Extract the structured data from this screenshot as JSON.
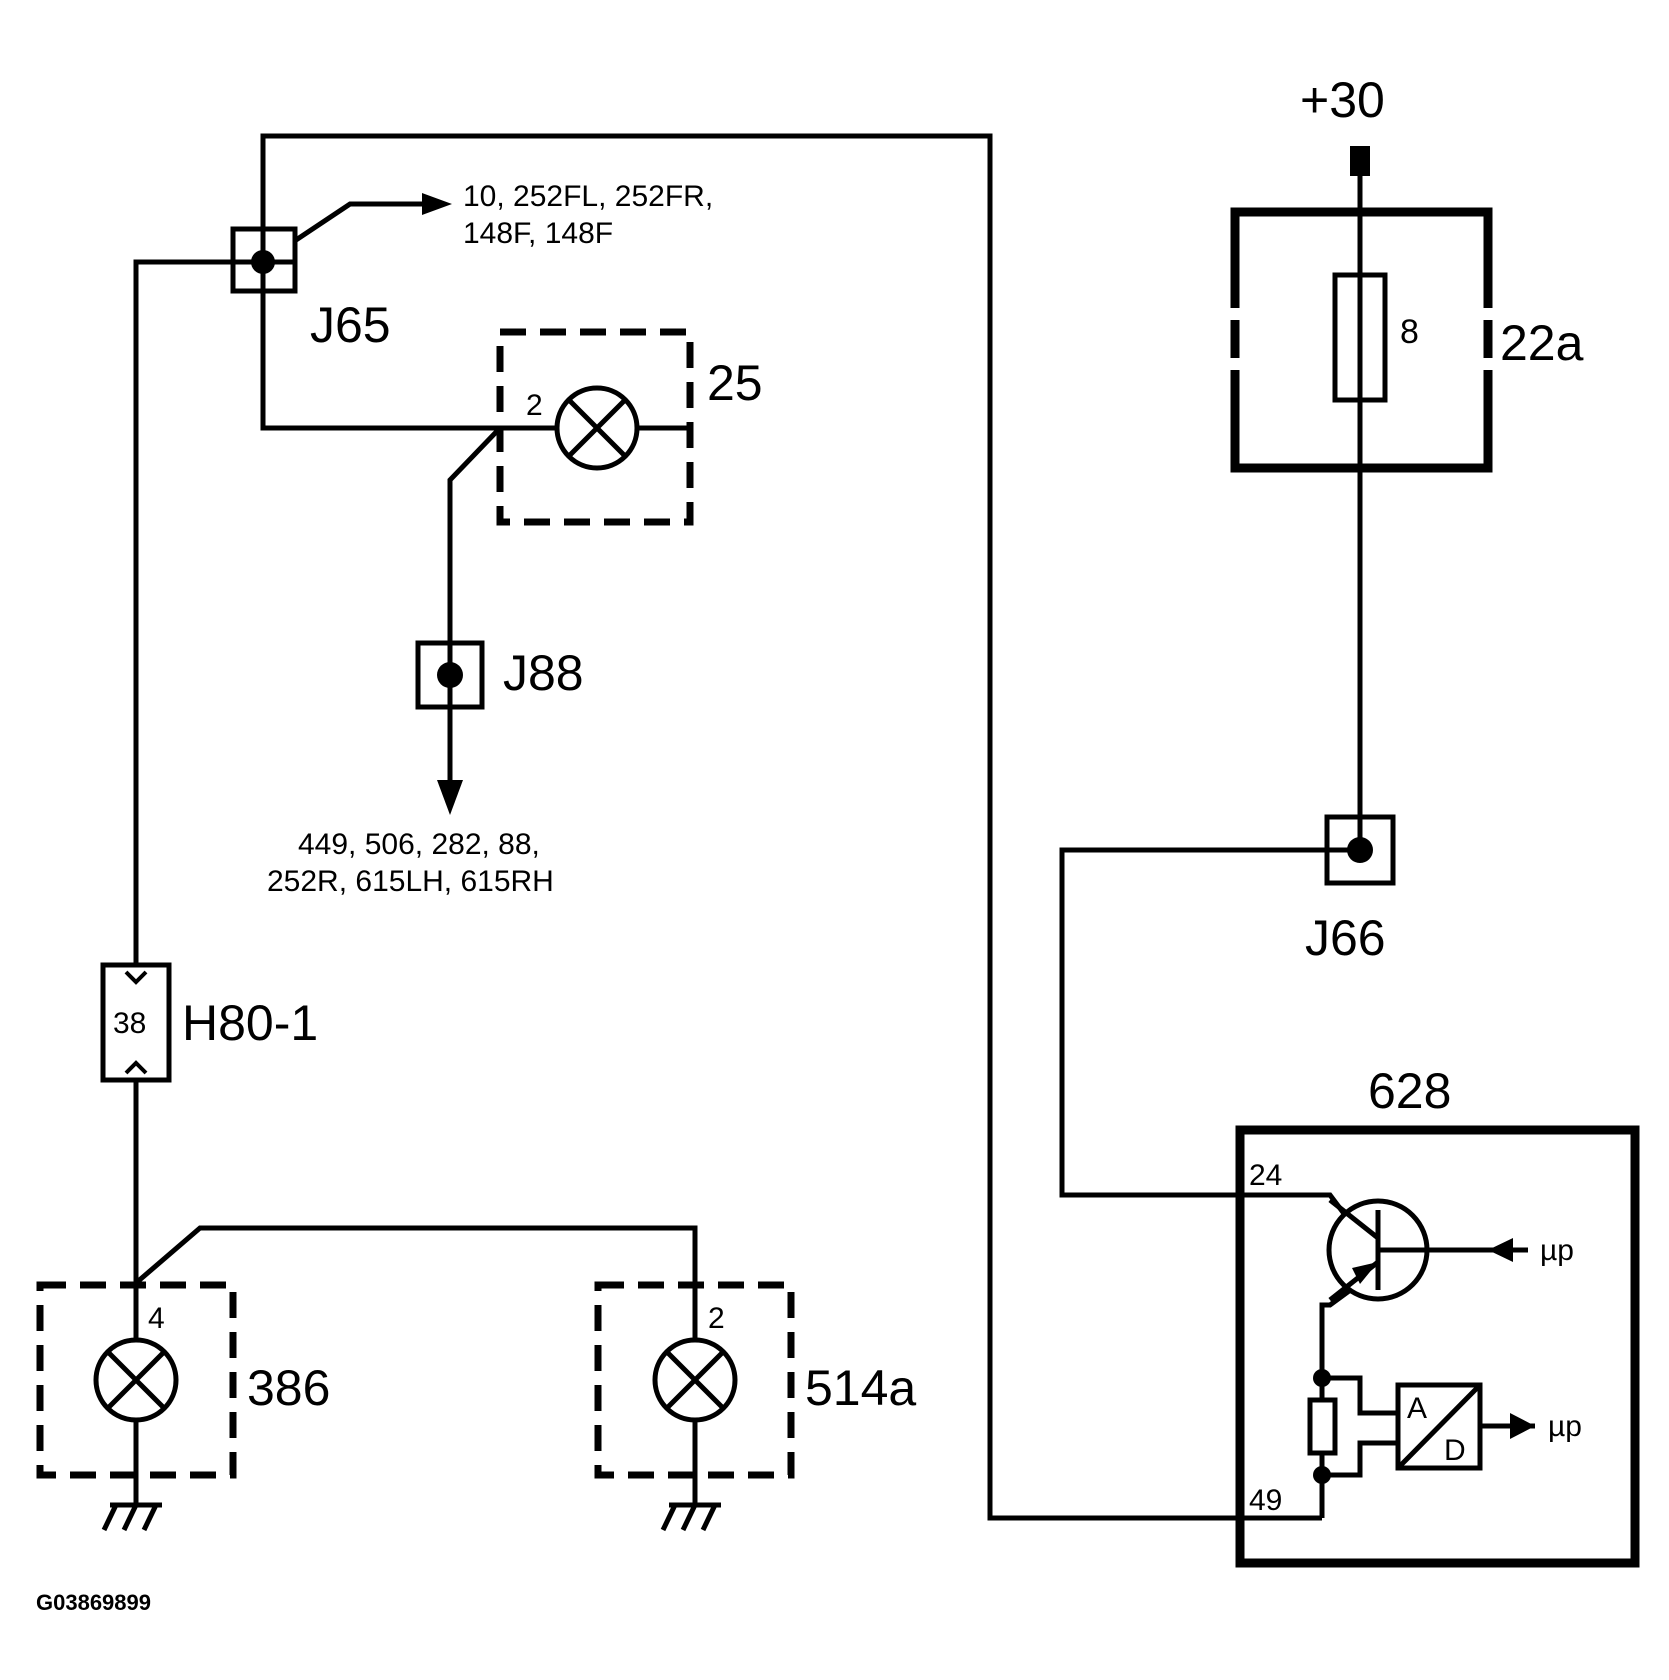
{
  "labels": {
    "plus30": "+30",
    "j65": "J65",
    "j65_dest_line1": "10, 252FL, 252FR,",
    "j65_dest_line2": "148F, 148F",
    "c25": "25",
    "c25_pin": "2",
    "j88": "J88",
    "j88_dest_line1": "449, 506, 282, 88,",
    "j88_dest_line2": "252R, 615LH, 615RH",
    "c22a": "22a",
    "fuse_number": "8",
    "j66": "J66",
    "h80": "H80-1",
    "h80_pin": "38",
    "c386": "386",
    "c386_pin": "4",
    "c514a": "514a",
    "c514a_pin": "2",
    "c628": "628",
    "c628_pin24": "24",
    "c628_pin49": "49",
    "mu_p_top": "µp",
    "mu_p_bottom": "µp",
    "ad_a": "A",
    "ad_d": "D",
    "figure_code": "G03869899"
  }
}
